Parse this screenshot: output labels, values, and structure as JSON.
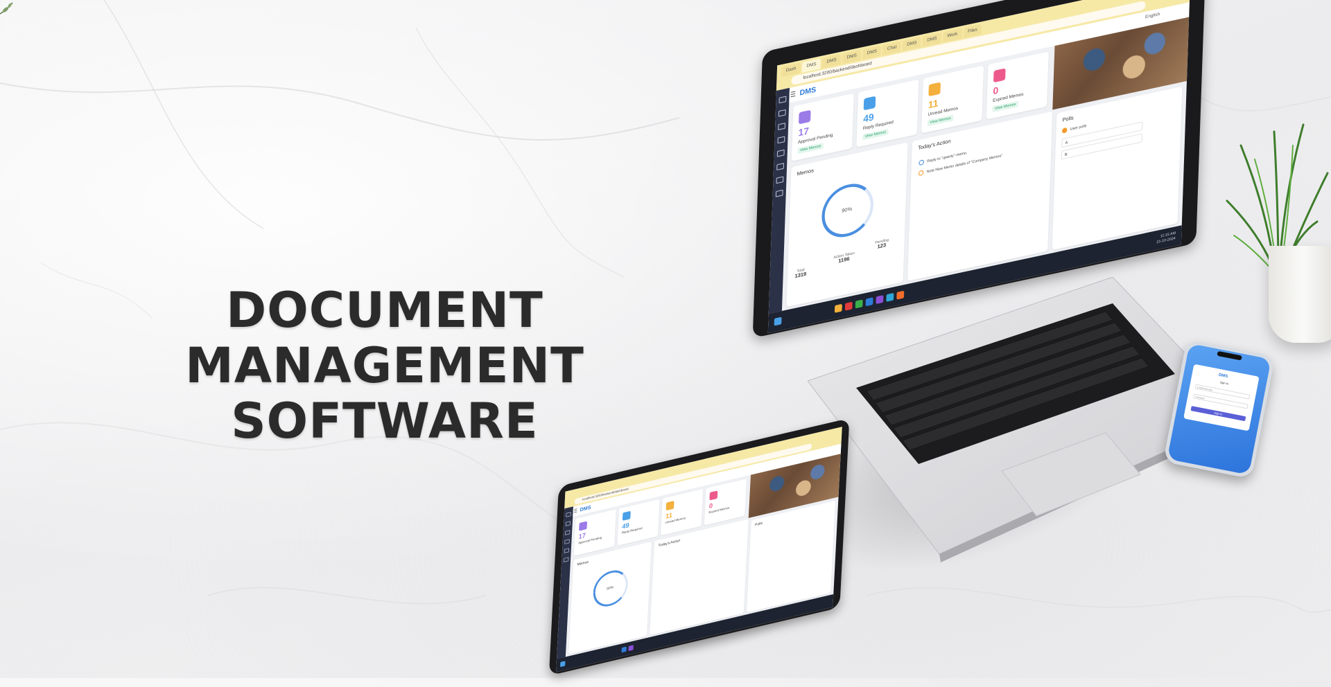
{
  "headline": {
    "line1": "DOCUMENT MANAGEMENT",
    "line2": "SOFTWARE"
  },
  "dashboard": {
    "brand": "DMS",
    "url": "localhost:3200/backend/dashboard",
    "language": "English",
    "tabs": [
      "Dash",
      "DMS",
      "DMS",
      "DMS",
      "DMS",
      "Chat",
      "DMS",
      "DMS",
      "Work",
      "Files"
    ],
    "cards": [
      {
        "count": "17",
        "label": "Approval Pending",
        "link": "View Memos",
        "color": "#9b7be8"
      },
      {
        "count": "49",
        "label": "Reply Required",
        "link": "View Memos",
        "color": "#4aa0e8"
      },
      {
        "count": "11",
        "label": "Unread Memos",
        "link": "View Memos",
        "color": "#f4b03c"
      },
      {
        "count": "0",
        "label": "Expired Memos",
        "link": "View Memos",
        "color": "#ec5a8c"
      }
    ],
    "memos": {
      "title": "Memos",
      "percent_label": "90%",
      "percent": 90,
      "stats": [
        {
          "label": "Total",
          "value": "1319"
        },
        {
          "label": "Action Taken",
          "value": "1196"
        },
        {
          "label": "Pending",
          "value": "123"
        }
      ]
    },
    "today": {
      "title": "Today's Action",
      "items": [
        "Reply to \"qwerty\" memo.",
        "Note New Memo details of \"Company Memos\""
      ]
    },
    "polls": {
      "title": "Polls",
      "subtitle": "User polls",
      "options": [
        "A",
        "B"
      ]
    },
    "taskbar_time": "11:15 AM",
    "taskbar_date": "21-10-2024"
  },
  "phone": {
    "brand": "DMS",
    "title": "Sign In",
    "email_placeholder": "Email/Username",
    "password_placeholder": "Password",
    "button": "Sign In"
  }
}
